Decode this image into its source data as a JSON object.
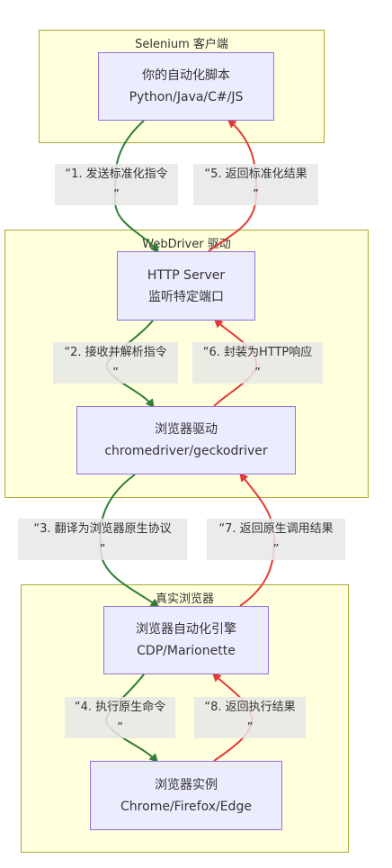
{
  "clusters": {
    "client": "Selenium 客户端",
    "driver": "WebDriver 驱动",
    "browser": "真实浏览器"
  },
  "nodes": {
    "script": {
      "line1": "你的自动化脚本",
      "line2": "Python/Java/C#/JS"
    },
    "http": {
      "line1": "HTTP Server",
      "line2": "监听特定端口"
    },
    "browser_driver": {
      "line1": "浏览器驱动",
      "line2": "chromedriver/geckodriver"
    },
    "engine": {
      "line1": "浏览器自动化引擎",
      "line2": "CDP/Marionette"
    },
    "instance": {
      "line1": "浏览器实例",
      "line2": "Chrome/Firefox/Edge"
    }
  },
  "edges": {
    "e1": {
      "line1": "“1. 发送标准化指令",
      "line2": "”"
    },
    "e2": {
      "line1": "“2. 接收并解析指令",
      "line2": "”"
    },
    "e3": {
      "line1": "“3. 翻译为浏览器原生协议",
      "line2": "”"
    },
    "e4": {
      "line1": "“4. 执行原生命令",
      "line2": "”"
    },
    "e5": {
      "line1": "“5. 返回标准化结果",
      "line2": "”"
    },
    "e6": {
      "line1": "“6. 封装为HTTP响应",
      "line2": "”"
    },
    "e7": {
      "line1": "“7. 返回原生调用结果",
      "line2": "”"
    },
    "e8": {
      "line1": "“8. 返回执行结果",
      "line2": "”"
    }
  },
  "colors": {
    "forward": "#2e7d32",
    "backward": "#e53935"
  }
}
